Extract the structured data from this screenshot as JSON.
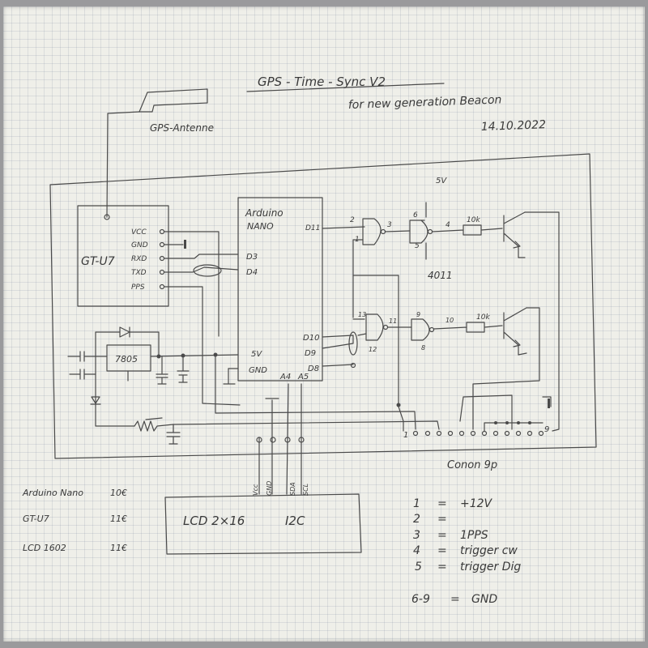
{
  "header": {
    "title": "GPS - Time - Sync V2",
    "subtitle": "for new generation Beacon",
    "date": "14.10.2022"
  },
  "antenna": {
    "label": "GPS-Antenne"
  },
  "gps_module": {
    "name": "GT-U7",
    "pins": [
      "VCC",
      "GND",
      "RXD",
      "TXD",
      "PPS"
    ]
  },
  "arduino": {
    "name_line1": "Arduino",
    "name_line2": "NANO",
    "pins": {
      "d11": "D11",
      "d3": "D3",
      "d4": "D4",
      "d10": "D10",
      "d9": "D9",
      "d8": "D8",
      "v5": "5V",
      "gnd": "GND",
      "a4": "A4",
      "a5": "A5"
    }
  },
  "regulator": {
    "label": "7805"
  },
  "logic": {
    "ic": "4011",
    "supply": "5V",
    "gate_pins": {
      "p2": "2",
      "p1": "1",
      "p3": "3",
      "p6": "6",
      "p5": "5",
      "p4": "4",
      "p13": "13",
      "p12": "12",
      "p11": "11",
      "p9": "9",
      "p8": "8",
      "p10": "10"
    },
    "res1": "10k",
    "res2": "10k"
  },
  "connector": {
    "label": "Conon 9p",
    "pin_first": "1",
    "pin_last": "9"
  },
  "lcd": {
    "label_main": "LCD 2×16",
    "label_bus": "I2C",
    "pins": [
      "Vcc",
      "GND",
      "SDA",
      "SCL"
    ]
  },
  "parts_list": [
    {
      "item": "Arduino Nano",
      "price": "10€"
    },
    {
      "item": "GT-U7",
      "price": "11€"
    },
    {
      "item": "LCD 1602",
      "price": "11€"
    }
  ],
  "pin_legend": [
    {
      "pin": "1",
      "eq": "=",
      "desc": "+12V"
    },
    {
      "pin": "2",
      "eq": "=",
      "desc": ""
    },
    {
      "pin": "3",
      "eq": "=",
      "desc": "1PPS"
    },
    {
      "pin": "4",
      "eq": "=",
      "desc": "trigger cw"
    },
    {
      "pin": "5",
      "eq": "=",
      "desc": "trigger Dig"
    },
    {
      "pin": "6-9",
      "eq": "=",
      "desc": "GND"
    }
  ]
}
